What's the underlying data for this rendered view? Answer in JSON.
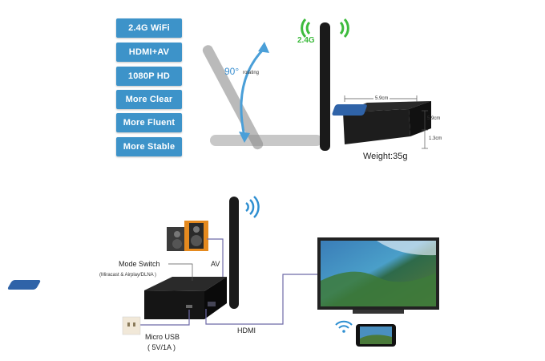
{
  "features": [
    "2.4G  WiFi",
    "HDMI+AV",
    "1080P HD",
    "More Clear",
    "More Fluent",
    "More Stable"
  ],
  "top": {
    "wifi_band": "2.4G",
    "rotation_angle": "90°",
    "rotation_label": "rotating",
    "width_dim": "5.9cm",
    "depth_dim": "5.9cm",
    "height_dim": "1.3cm",
    "weight": "Weight:35g"
  },
  "bottom": {
    "mode_switch": "Mode Switch",
    "mode_switch_sub": "(Miracast & Airplay/DLNA )",
    "av": "AV",
    "hdmi": "HDMI",
    "micro_usb": "Micro USB",
    "micro_usb_power": "( 5V/1A )"
  },
  "colors": {
    "badge": "#3d93c9",
    "accent_green": "#3dbb3d",
    "wifi_blue": "#2f8fd1",
    "cable": "#6e6aa8"
  }
}
